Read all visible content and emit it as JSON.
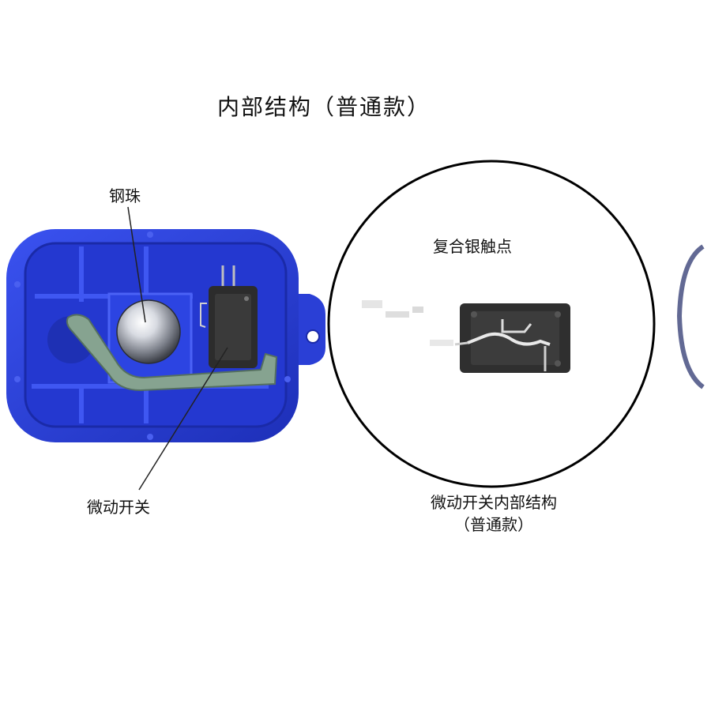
{
  "title": "内部结构（普通款）",
  "callouts": {
    "steel_ball": "钢珠",
    "micro_switch": "微动开关",
    "composite_silver_contact": "复合银触点"
  },
  "magnified_caption": {
    "line1": "微动开关内部结构",
    "line2": "（普通款）"
  },
  "colors": {
    "housing_blue": "#2b3fd8",
    "housing_dark": "#1a2aa8",
    "lever_green": "#7d9a8a",
    "switch_black": "#2c2c2c",
    "steel_ball": "#c9ccd4",
    "circle_outline": "#000000"
  }
}
